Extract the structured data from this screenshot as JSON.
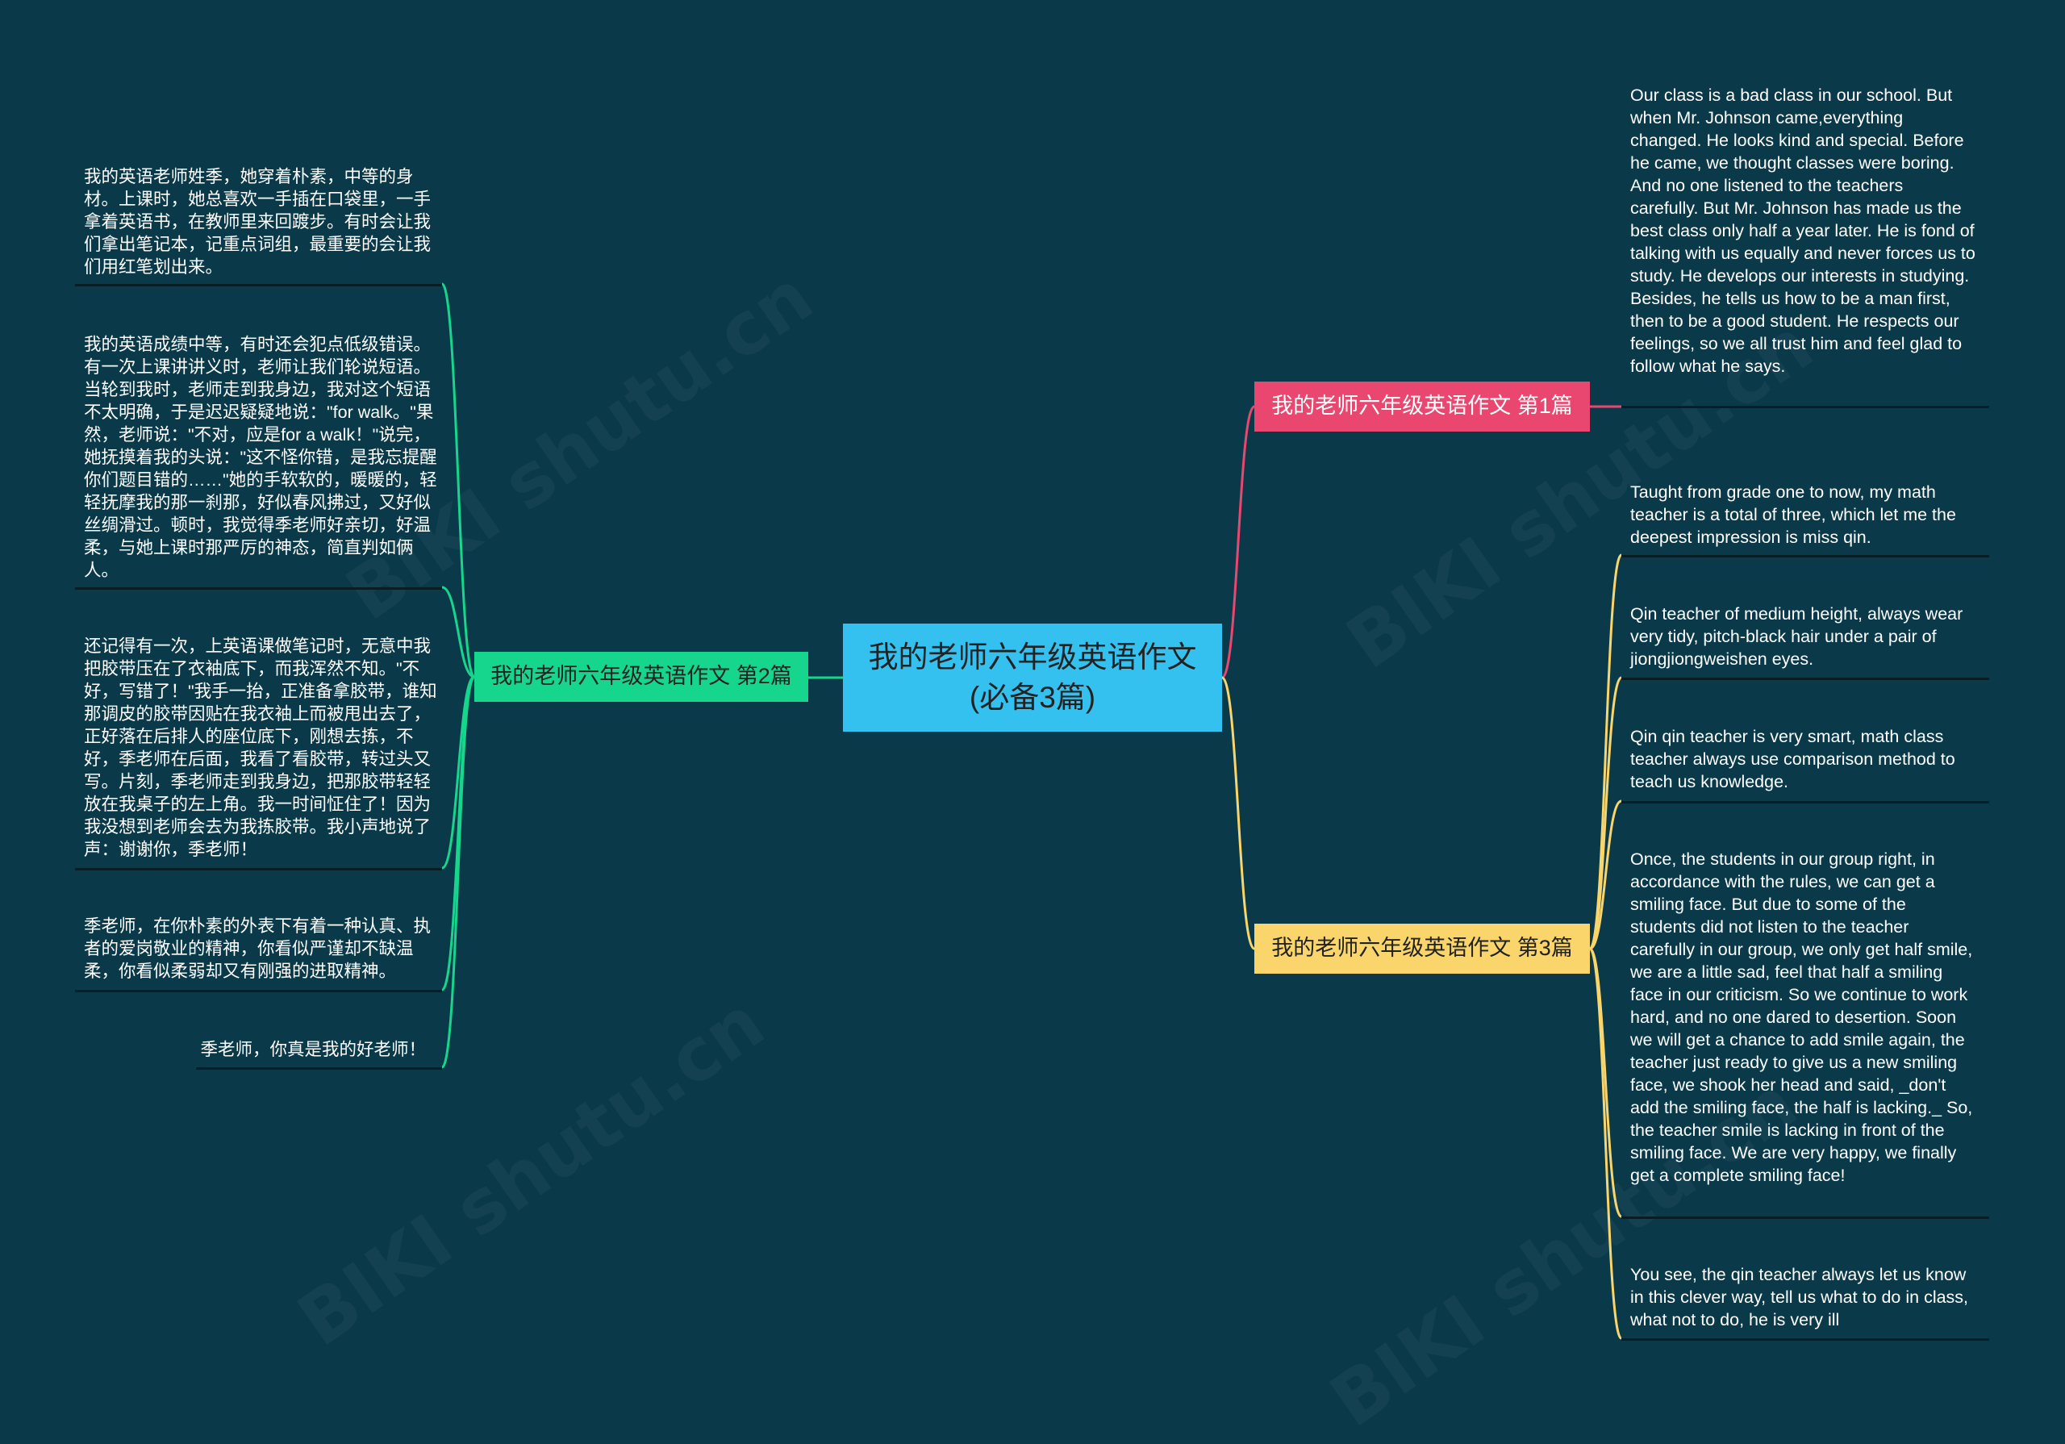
{
  "colors": {
    "background": "#0a3a4a",
    "center": "#35c1ef",
    "branch1": "#e9476f",
    "branch2": "#16d68d",
    "branch3": "#f9d56b"
  },
  "center": {
    "title": "我的老师六年级英语作文(必备3篇)"
  },
  "branch1": {
    "label": "我的老师六年级英语作文 第1篇",
    "leaves": [
      "Our class is a bad class in our school. But when Mr. Johnson came,everything changed. He looks kind and special. Before he came, we thought classes were boring. And no one listened to the teachers carefully. But Mr. Johnson has made us the best class only half a year later. He is fond of talking with us equally and never forces us to study. He develops our interests in studying. Besides, he tells us how to be a man first, then to be a good student. He respects our feelings, so we all trust him and feel glad to follow what he says."
    ]
  },
  "branch2": {
    "label": "我的老师六年级英语作文 第2篇",
    "leaves": [
      "我的英语老师姓季，她穿着朴素，中等的身材。上课时，她总喜欢一手插在口袋里，一手拿着英语书，在教师里来回踱步。有时会让我们拿出笔记本，记重点词组，最重要的会让我们用红笔划出来。",
      "我的英语成绩中等，有时还会犯点低级错误。有一次上课讲讲义时，老师让我们轮说短语。当轮到我时，老师走到我身边，我对这个短语不太明确，于是迟迟疑疑地说：\"for walk。\"果然，老师说：\"不对，应是for a walk！\"说完，她抚摸着我的头说：\"这不怪你错，是我忘提醒你们题目错的……\"她的手软软的，暖暖的，轻轻抚摩我的那一刹那，好似春风拂过，又好似丝绸滑过。顿时，我觉得季老师好亲切，好温柔，与她上课时那严厉的神态，简直判如俩人。",
      "还记得有一次，上英语课做笔记时，无意中我把胶带压在了衣袖底下，而我浑然不知。\"不好，写错了！\"我手一抬，正准备拿胶带，谁知那调皮的胶带因贴在我衣袖上而被甩出去了，正好落在后排人的座位底下，刚想去拣，不好，季老师在后面，我看了看胶带，转过头又写。片刻，季老师走到我身边，把那胶带轻轻放在我桌子的左上角。我一时间怔住了！因为我没想到老师会去为我拣胶带。我小声地说了声：谢谢你，季老师！",
      "季老师，在你朴素的外表下有着一种认真、执者的爱岗敬业的精神，你看似严谨却不缺温柔，你看似柔弱却又有刚强的进取精神。",
      "季老师，你真是我的好老师！"
    ]
  },
  "branch3": {
    "label": "我的老师六年级英语作文 第3篇",
    "leaves": [
      "Taught from grade one to now, my math teacher is a total of three, which let me the deepest impression is miss qin.",
      "Qin teacher of medium height, always wear very tidy, pitch-black hair under a pair of jiongjiongweishen eyes.",
      "Qin qin teacher is very smart, math class teacher always use comparison method to teach us knowledge.",
      "Once, the students in our group right, in accordance with the rules, we can get a smiling face. But due to some of the students did not listen to the teacher carefully in our group, we only get half smile, we are a little sad, feel that half a smiling face in our criticism. So we continue to work hard, and no one dared to desertion. Soon we will get a chance to add smile again, the teacher just ready to give us a new smiling face, we shook her head and said, _don't add the smiling face, the half is lacking._ So, the teacher smile is lacking in front of the smiling face. We are very happy, we finally get a complete smiling face!",
      "You see, the qin teacher always let us know in this clever way, tell us what to do in class, what not to do, he is very ill"
    ]
  },
  "watermark": "BIKI shutu.cn"
}
